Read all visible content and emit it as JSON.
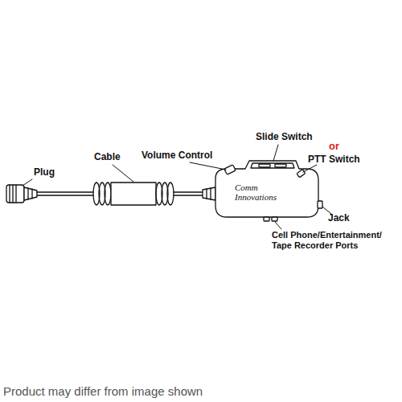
{
  "diagram": {
    "caption": "Product may differ from image shown",
    "labels": [
      "Plug",
      "Cable",
      "Volume Control",
      "Slide Switch",
      "or",
      "PTT Switch",
      "Jack",
      "Cell Phone/Entertainment/ Tape Recorder Ports",
      "Comm Innovations"
    ]
  }
}
